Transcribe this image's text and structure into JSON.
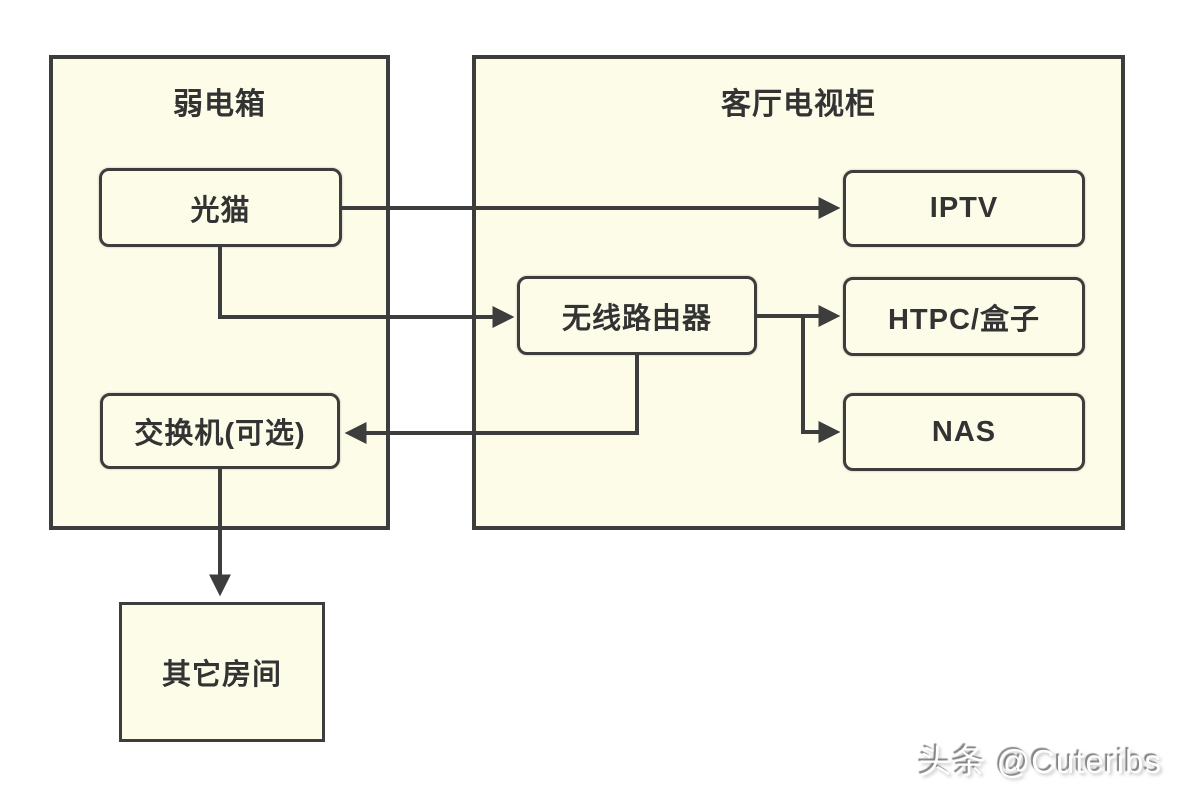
{
  "colors": {
    "canvas-bg": "#ffffff",
    "panel-fill": "#fcfce8",
    "line": "#3d3d3d",
    "text": "#333333"
  },
  "containers": {
    "weak_box": {
      "title": "弱电箱"
    },
    "tv_cabinet": {
      "title": "客厅电视柜"
    }
  },
  "nodes": {
    "modem": {
      "label": "光猫"
    },
    "switch": {
      "label": "交换机(可选)"
    },
    "other_rooms": {
      "label": "其它房间"
    },
    "router": {
      "label": "无线路由器"
    },
    "iptv": {
      "label": "IPTV"
    },
    "htpc": {
      "label": "HTPC/盒子"
    },
    "nas": {
      "label": "NAS"
    }
  },
  "edges": [
    {
      "from": "光猫",
      "to": "IPTV"
    },
    {
      "from": "光猫",
      "to": "无线路由器"
    },
    {
      "from": "无线路由器",
      "to": "HTPC/盒子"
    },
    {
      "from": "无线路由器",
      "to": "NAS"
    },
    {
      "from": "无线路由器",
      "to": "交换机(可选)"
    },
    {
      "from": "交换机(可选)",
      "to": "其它房间"
    }
  ],
  "watermark": {
    "text": "头条 @Cuteribs"
  }
}
